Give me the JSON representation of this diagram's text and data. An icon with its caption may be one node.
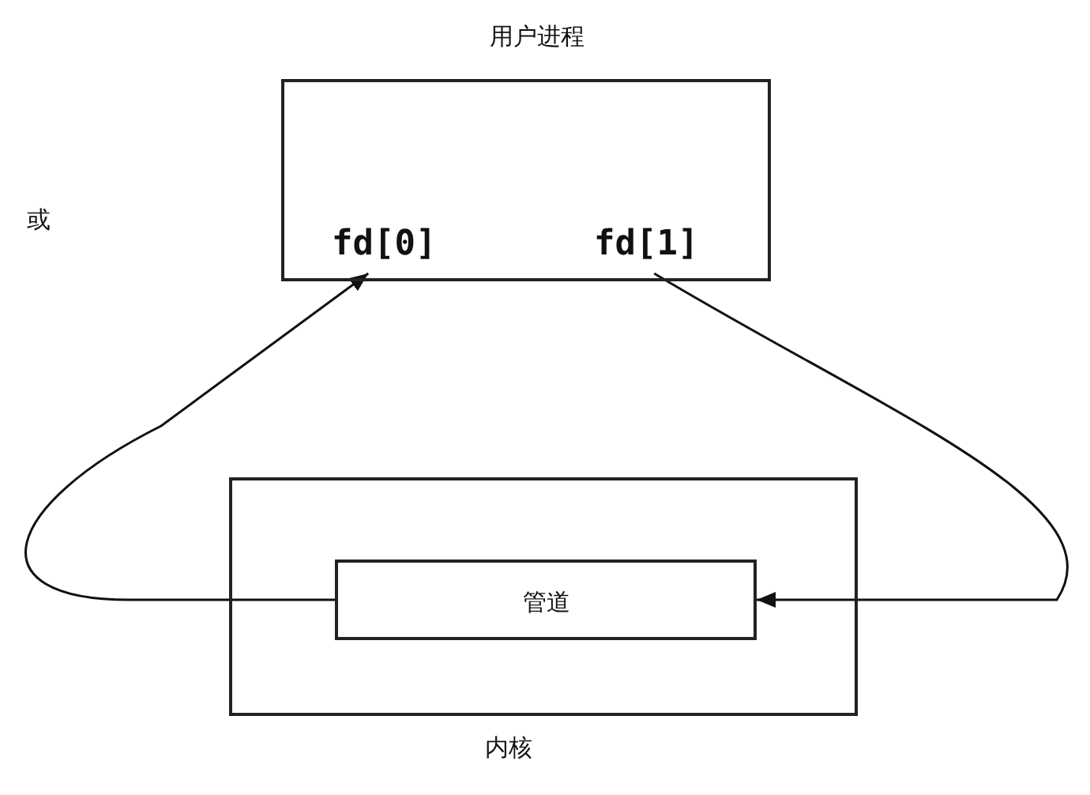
{
  "diagram": {
    "nodes": [
      {
        "text": [
          "用户进程"
        ]
      },
      {
        "text": [
          "fd[0]"
        ],
        "in": 0
      },
      {
        "text": [
          "fd[1]"
        ],
        "in": 0
      },
      {
        "text": [
          "内核"
        ]
      },
      {
        "text": [
          "管道"
        ],
        "in": 3
      }
    ],
    "edges": [
      {
        "from": 2,
        "to": 4,
        "arrow": "to"
      },
      {
        "from": 4,
        "to": 1,
        "arrow": "to"
      }
    ],
    "labels": [
      "或"
    ]
  }
}
